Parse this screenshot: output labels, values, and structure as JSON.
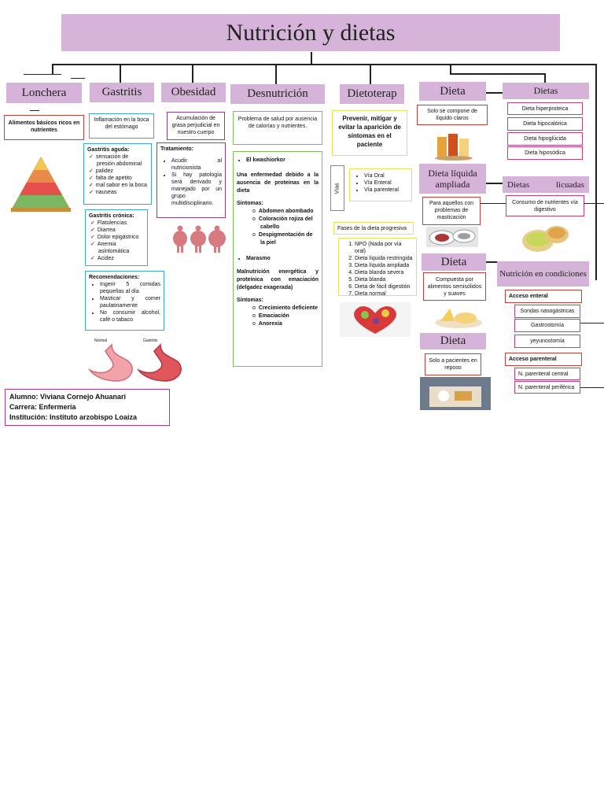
{
  "title": "Nutrición y dietas",
  "columns": {
    "lonchera": {
      "heading": "Lonchera",
      "desc": "Alimentos básicos ricos en nutrientes"
    },
    "gastritis": {
      "heading": "Gastritis",
      "desc": "Inflamación en la boca del estómago",
      "aguda_title": "Gastritis aguda:",
      "aguda_items": [
        "sensación de presión abdominal",
        "palidez",
        "falta de apetito",
        "mal sabor en la boca",
        "nauseas"
      ],
      "cronica_title": "Gastritis crónica:",
      "cronica_items": [
        "Flatulencias",
        "Diarrea",
        "Dolor epigástrico",
        "Anemia asintomática",
        "Acidez"
      ],
      "recom_title": "Recomendaciones:",
      "recom_items": [
        "Ingerir 5 comidas pequeñas al día",
        "Masticar y comer paulatinamente",
        "No consumir alcohol, café o tabaco"
      ],
      "stomach_normal": "Normal",
      "stomach_gastritis": "Gastritis"
    },
    "obesidad": {
      "heading": "Obesidad",
      "desc": "Acumulación de grasa perjudicial en nuestro cuerpo",
      "trat_title": "Tratamiento:",
      "trat_items": [
        "Acudir al nutricionista",
        "Si hay patología será derivado y manejado por un grupo multidisciplinario."
      ]
    },
    "desnutricion": {
      "heading": "Desnutrición",
      "desc": "Problema de salud por ausencia de calorías y nutrientes.",
      "kwash": "El kwashiorkor",
      "kwash_desc": "Una enfermedad debido a la ausencia de proteínas en la dieta",
      "sintomas1": "Síntomas:",
      "sintomas1_items": [
        "Abdomen abombado",
        "Coloración rojiza del cabello",
        "Despigmentación de la piel"
      ],
      "marasmo": "Marasmo",
      "marasmo_desc": "Malnutrición energética y proteínica con emaciación (delgadez exagerada)",
      "sintomas2": "Síntomas:",
      "sintomas2_items": [
        "Crecimiento deficiente",
        "Emaciación",
        "Anorexia"
      ]
    },
    "dietoterap": {
      "heading": "Dietoterap",
      "desc": "Prevenir, mitigar y evitar la aparición de síntomas en el paciente",
      "vias_label": "Vías",
      "vias_items": [
        "Vía Oral",
        "Vía Enteral",
        "Vía parenteral"
      ],
      "fases_title": "Fases de la dieta progresiva",
      "fases_items": [
        "NPO (Nada por vía oral)",
        "Dieta líquida restringida",
        "Dieta líquida ampliada",
        "Dieta blanda severa",
        "Dieta blanda",
        "Dieta de fácil digestión",
        "Dieta normal"
      ]
    },
    "dietas_mid": {
      "d1_heading": "Dieta",
      "d1_desc": "Solo se compone de líquido claros",
      "d2_heading": "Dieta líquida ampliada",
      "d2_desc": "Para aquellos con problemas de masticación",
      "d3_heading": "Dieta",
      "d3_desc": "Compuesta por alimentos semisólidos y suaves",
      "d4_heading": "Dieta",
      "d4_desc": "Solo a pacientes en reposo"
    },
    "dietas_right": {
      "heading": "Dietas",
      "items": [
        "Dieta hiperproteica",
        "Dieta hipocalórica",
        "Dieta hipoglúcida",
        "Dieta hiposódica"
      ],
      "licuadas_heading1": "Dietas",
      "licuadas_heading2": "licuadas",
      "licuadas_desc": "Consumo de nutrientes vía digestivo",
      "cond_heading": "Nutrición en condiciones",
      "enteral_title": "Acceso enteral",
      "enteral_items": [
        "Sondas nasogástricas",
        "Gastrostomía",
        "yeyunostomía"
      ],
      "parenteral_title": "Acceso parenteral",
      "parenteral_items": [
        "N. parenteral central",
        "N. parenteral periférica"
      ]
    }
  },
  "student": {
    "line1": "Alumno: Viviana Cornejo Ahuanari",
    "line2": "Carrera: Enfermería",
    "line3": "Institución: Instituto arzobispo Loaiza"
  },
  "colors": {
    "header_bg": "#d6b3d9"
  }
}
